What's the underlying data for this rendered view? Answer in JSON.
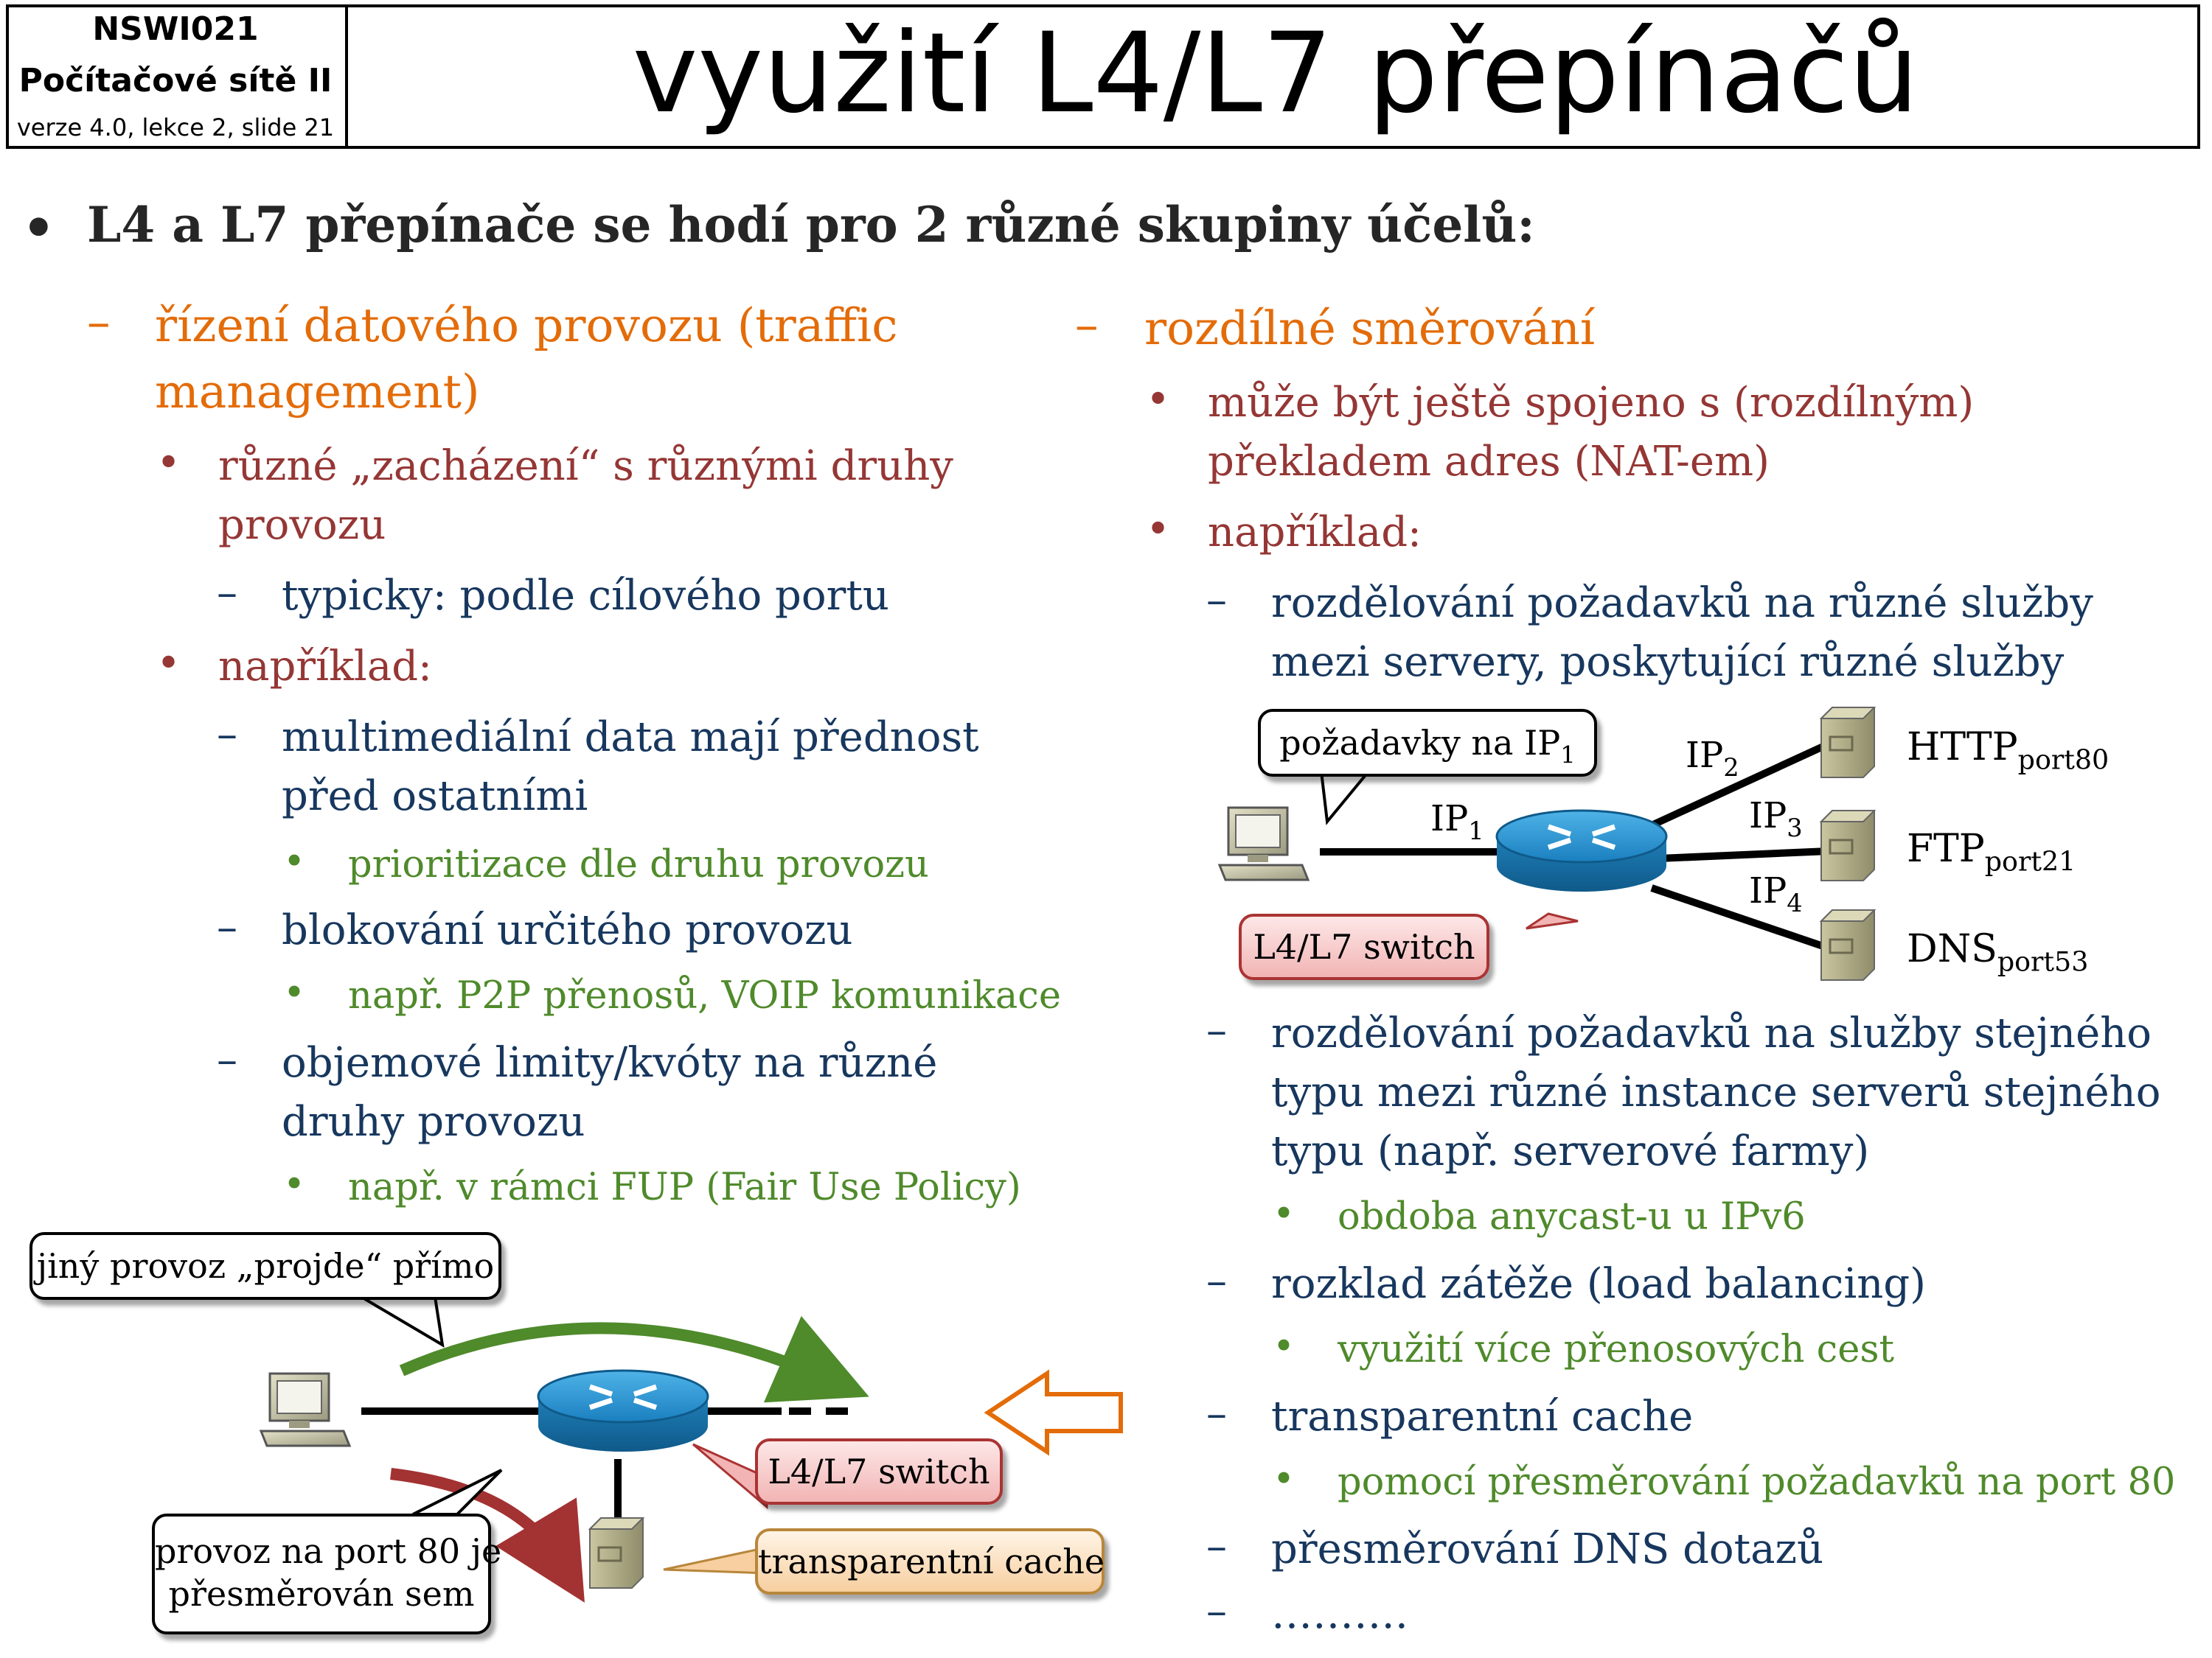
{
  "header": {
    "course_code": "NSWI021",
    "course_name": "Počítačové sítě II",
    "course_meta": "verze 4.0, lekce  2, slide 21",
    "title": "využití L4/L7 přepínačů"
  },
  "main_bullet": "L4 a L7 přepínače se hodí pro 2 různé skupiny účelů:",
  "left": {
    "heading_line1": "řízení datového provozu (traffic",
    "heading_line2": "management)",
    "item1_line1": "různé „zacházení“ s různými druhy",
    "item1_line2": "provozu",
    "item1_sub": "typicky: podle cílového portu",
    "item2": "například:",
    "ex1_line1": "multimediální data mají přednost",
    "ex1_line2": "před ostatními",
    "ex1_detail": "prioritizace dle druhu provozu",
    "ex2": "blokování určitého provozu",
    "ex2_detail": "např. P2P přenosů, VOIP komunikace",
    "ex3_line1": "objemové limity/kvóty na různé",
    "ex3_line2": "druhy provozu",
    "ex3_detail": "např. v rámci FUP (Fair Use Policy)"
  },
  "right": {
    "heading": "rozdílné směrování",
    "item1_line1": "může být ještě spojeno s (rozdílným)",
    "item1_line2": "překladem adres (NAT-em)",
    "item2": "například:",
    "ex1_line1": "rozdělování požadavků na různé služby",
    "ex1_line2": "mezi servery, poskytující různé služby",
    "ex2_line1": "rozdělování požadavků na služby stejného",
    "ex2_line2": "typu mezi různé instance serverů stejného",
    "ex2_line3": "typu (např. serverové farmy)",
    "ex2_detail": "obdoba anycast-u u IPv6",
    "ex3": "rozklad zátěže (load balancing)",
    "ex3_detail": "využití více přenosových cest",
    "ex4": "transparentní cache",
    "ex4_detail": "pomocí přesměrování požadavků na port 80",
    "ex5": "přesměrování DNS dotazů",
    "ex6": "………."
  },
  "diagram_top": {
    "callout_text": "požadavky na IP",
    "callout_sub": "1",
    "ip": "IP",
    "ip1_sub": "1",
    "ip2_sub": "2",
    "ip3_sub": "3",
    "ip4_sub": "4",
    "http": "HTTP",
    "http_sub": "port80",
    "ftp": "FTP",
    "ftp_sub": "port21",
    "dns": "DNS",
    "dns_sub": "port53",
    "switch_label": "L4/L7 switch"
  },
  "diagram_bottom": {
    "callout_other": "jiný provoz „projde“ přímo",
    "callout_port80_line1": "provoz na port 80 je",
    "callout_port80_line2": "přesměrován sem",
    "switch_label": "L4/L7 switch",
    "cache_label": "transparentní cache"
  },
  "colors": {
    "orange": "#e36c09",
    "red": "#953735",
    "blue": "#17375e",
    "green": "#4f8a2b"
  }
}
